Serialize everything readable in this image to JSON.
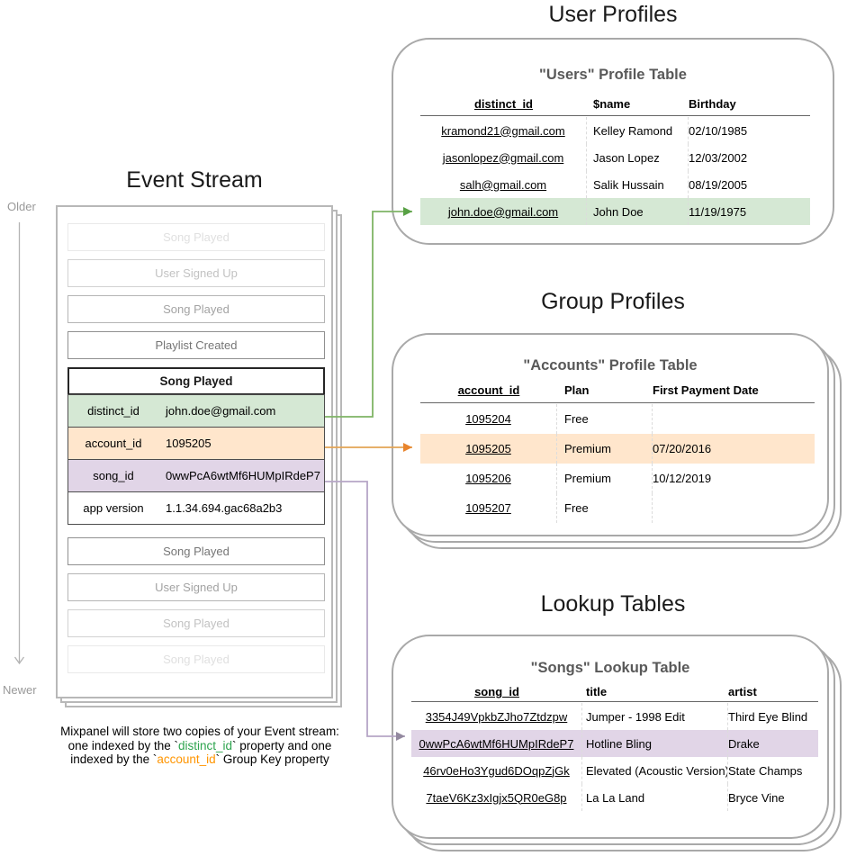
{
  "colors": {
    "green_fill": "#d5e8d4",
    "orange_fill": "#ffe6cc",
    "purple_fill": "#e1d5e7",
    "arrow_green": "#7fb465",
    "arrow_green_head": "#58a145",
    "arrow_orange": "#e3a455",
    "arrow_orange_head": "#e8842d",
    "arrow_purple": "#b6a6c6",
    "arrow_purple_head": "#93899f",
    "timeline_gray": "#b3b3b3",
    "caption_green": "#2da44e",
    "caption_orange": "#ff9500"
  },
  "event_stream": {
    "title": "Event Stream",
    "older_label": "Older",
    "newer_label": "Newer",
    "events_before": [
      "Song Played",
      "User Signed Up",
      "Song Played",
      "Playlist Created"
    ],
    "expanded_event": {
      "title": "Song Played",
      "properties": [
        {
          "key": "distinct_id",
          "value": "john.doe@gmail.com"
        },
        {
          "key": "account_id",
          "value": "1095205"
        },
        {
          "key": "song_id",
          "value": "0wwPcA6wtMf6HUMpIRdeP7"
        },
        {
          "key": "app version",
          "value": "1.1.34.694.gac68a2b3"
        }
      ]
    },
    "events_after": [
      "Song Played",
      "User Signed Up",
      "Song Played",
      "Song Played"
    ]
  },
  "user_profiles": {
    "section_title": "User Profiles",
    "table_title": "\"Users\" Profile Table",
    "columns": [
      "distinct_id",
      "$name",
      "Birthday"
    ],
    "rows": [
      {
        "distinct_id": "kramond21@gmail.com",
        "name": "Kelley Ramond",
        "birthday": "02/10/1985"
      },
      {
        "distinct_id": "jasonlopez@gmail.com",
        "name": "Jason Lopez",
        "birthday": "12/03/2002"
      },
      {
        "distinct_id": "salh@gmail.com",
        "name": "Salik Hussain",
        "birthday": "08/19/2005"
      },
      {
        "distinct_id": "john.doe@gmail.com",
        "name": "John Doe",
        "birthday": "11/19/1975"
      }
    ]
  },
  "group_profiles": {
    "section_title": "Group Profiles",
    "table_title": "\"Accounts\" Profile Table",
    "columns": [
      "account_id",
      "Plan",
      "First Payment Date"
    ],
    "rows": [
      {
        "account_id": "1095204",
        "plan": "Free",
        "first_payment_date": ""
      },
      {
        "account_id": "1095205",
        "plan": "Premium",
        "first_payment_date": "07/20/2016"
      },
      {
        "account_id": "1095206",
        "plan": "Premium",
        "first_payment_date": "10/12/2019"
      },
      {
        "account_id": "1095207",
        "plan": "Free",
        "first_payment_date": ""
      }
    ]
  },
  "lookup_tables": {
    "section_title": "Lookup Tables",
    "table_title": "\"Songs\" Lookup Table",
    "columns": [
      "song_id",
      "title",
      "artist"
    ],
    "rows": [
      {
        "song_id": "3354J49VpkbZJho7Ztdzpw",
        "title": "Jumper - 1998 Edit",
        "artist": "Third Eye Blind"
      },
      {
        "song_id": "0wwPcA6wtMf6HUMpIRdeP7",
        "title": "Hotline Bling",
        "artist": "Drake"
      },
      {
        "song_id": "46rv0eHo3Ygud6DOqpZjGk",
        "title": "Elevated (Acoustic Version)",
        "artist": "State Champs"
      },
      {
        "song_id": "7taeV6Kz3xIgjx5QR0eG8p",
        "title": "La La Land",
        "artist": "Bryce Vine"
      }
    ]
  },
  "connections": [
    {
      "from": "distinct_id",
      "to": "Users Profile Table row john.doe@gmail.com",
      "color": "green"
    },
    {
      "from": "account_id",
      "to": "Accounts Profile Table row 1095205",
      "color": "orange"
    },
    {
      "from": "song_id",
      "to": "Songs Lookup Table row 0wwPcA6wtMf6HUMpIRdeP7",
      "color": "purple"
    }
  ],
  "caption": {
    "line1": "Mixpanel will store two copies of your Event stream:",
    "line2_pre": "one indexed by the `",
    "line2_code": "distinct_id",
    "line2_post": "` property and one",
    "line3_pre": "indexed by the `",
    "line3_code": "account_id",
    "line3_post": "` Group Key property"
  }
}
